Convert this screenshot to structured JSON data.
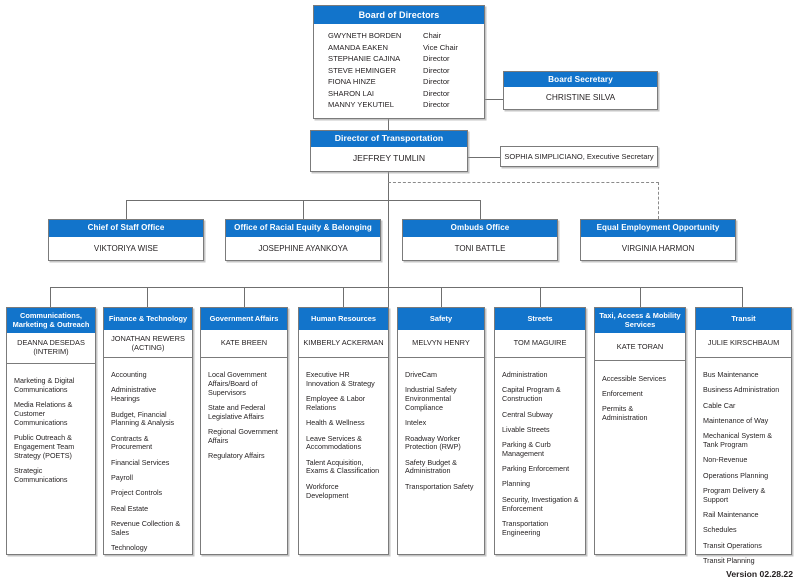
{
  "board": {
    "title": "Board of Directors",
    "members": [
      {
        "name": "GWYNETH BORDEN",
        "role": "Chair"
      },
      {
        "name": "AMANDA EAKEN",
        "role": "Vice Chair"
      },
      {
        "name": "STEPHANIE CAJINA",
        "role": "Director"
      },
      {
        "name": "STEVE HEMINGER",
        "role": "Director"
      },
      {
        "name": "FIONA HINZE",
        "role": "Director"
      },
      {
        "name": "SHARON LAI",
        "role": "Director"
      },
      {
        "name": "MANNY YEKUTIEL",
        "role": "Director"
      }
    ]
  },
  "secretary": {
    "title": "Board Secretary",
    "name": "CHRISTINE SILVA"
  },
  "director": {
    "title": "Director of Transportation",
    "name": "JEFFREY TUMLIN"
  },
  "exec_secretary": {
    "text": "SOPHIA SIMPLICIANO, Executive Secretary"
  },
  "offices": [
    {
      "title": "Chief of Staff Office",
      "name": "VIKTORIYA WISE"
    },
    {
      "title": "Office of Racial Equity & Belonging",
      "name": "JOSEPHINE AYANKOYA"
    },
    {
      "title": "Ombuds Office",
      "name": "TONI BATTLE"
    },
    {
      "title": "Equal Employment Opportunity",
      "name": "VIRGINIA HARMON"
    }
  ],
  "divisions": [
    {
      "title": "Communications, Marketing & Outreach",
      "lead": "DEANNA DESEDAS (INTERIM)",
      "units": [
        "Marketing & Digital Communications",
        "Media Relations & Customer Communications",
        "Public Outreach & Engagement Team Strategy (POETS)",
        "Strategic Communications"
      ]
    },
    {
      "title": "Finance & Technology",
      "lead": "JONATHAN REWERS (ACTING)",
      "units": [
        "Accounting",
        "Administrative Hearings",
        "Budget, Financial Planning & Analysis",
        "Contracts & Procurement",
        "Financial Services",
        "Payroll",
        "Project Controls",
        "Real Estate",
        "Revenue Collection & Sales",
        "Technology"
      ]
    },
    {
      "title": "Government Affairs",
      "lead": "KATE BREEN",
      "units": [
        "Local Government Affairs/Board of Supervisors",
        "State and Federal Legislative Affairs",
        "Regional Government Affairs",
        "Regulatory Affairs"
      ]
    },
    {
      "title": "Human Resources",
      "lead": "KIMBERLY ACKERMAN",
      "units": [
        "Executive HR Innovation & Strategy",
        "Employee & Labor Relations",
        "Health & Wellness",
        "Leave Services & Accommodations",
        "Talent Acquisition, Exams & Classification",
        "Workforce Development"
      ]
    },
    {
      "title": "Safety",
      "lead": "MELVYN HENRY",
      "units": [
        "DriveCam",
        "Industrial Safety Environmental Compliance",
        "Intelex",
        "Roadway Worker Protection (RWP)",
        "Safety Budget & Administration",
        "Transportation Safety"
      ]
    },
    {
      "title": "Streets",
      "lead": "TOM MAGUIRE",
      "units": [
        "Administration",
        "Capital Program & Construction",
        "Central Subway",
        "Livable Streets",
        "Parking & Curb Management",
        "Parking Enforcement",
        "Planning",
        "Security, Investigation & Enforcement",
        "Transportation Engineering"
      ]
    },
    {
      "title": "Taxi, Access & Mobility Services",
      "lead": "KATE TORAN",
      "units": [
        "Accessible Services",
        "Enforcement",
        "Permits & Administration"
      ]
    },
    {
      "title": "Transit",
      "lead": "JULIE KIRSCHBAUM",
      "units": [
        "Bus Maintenance",
        "Business Administration",
        "Cable Car",
        "Maintenance of Way",
        "Mechanical System & Tank Program",
        "Non-Revenue",
        "Operations Planning",
        "Program Delivery & Support",
        "Rail Maintenance",
        "Schedules",
        "Transit Operations",
        "Transit Planning"
      ]
    }
  ],
  "footer": {
    "version": "Version 02.28.22"
  },
  "colors": {
    "header_blue": "#1274CB",
    "border_gray": "#7b7b7b",
    "text": "#231f20"
  }
}
